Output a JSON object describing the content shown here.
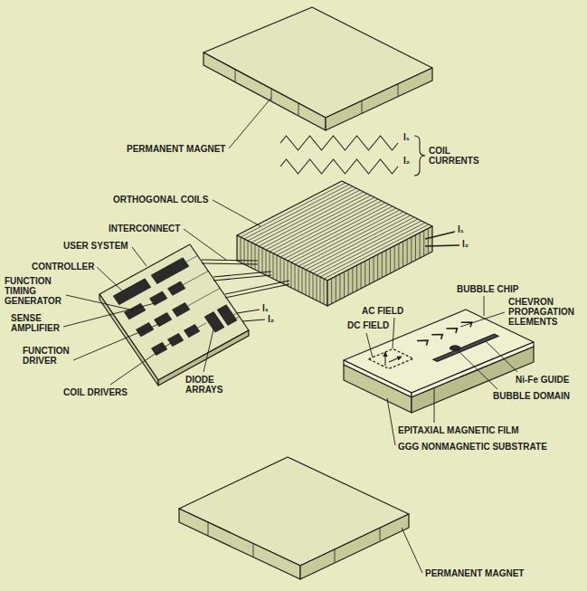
{
  "diagram": {
    "labels": [
      "PERMANENT MAGNET",
      "I₁",
      "I₂",
      "COIL CURRENTS",
      "ORTHOGONAL COILS",
      "INTERCONNECT",
      "USER SYSTEM",
      "CONTROLLER",
      "FUNCTION TIMING GENERATOR",
      "SENSE AMPLIFIER",
      "FUNCTION DRIVER",
      "COIL DRIVERS",
      "DIODE ARRAYS",
      "I₁",
      "I₂",
      "I₁",
      "I₂",
      "BUBBLE CHIP",
      "CHEVRON PROPAGATION ELEMENTS",
      "AC FIELD",
      "DC FIELD",
      "Ni-Fe GUIDE",
      "BUBBLE DOMAIN",
      "EPITAXIAL MAGNETIC FILM",
      "GGG NONMAGNETIC SUBSTRATE",
      "PERMANENT MAGNET"
    ]
  }
}
